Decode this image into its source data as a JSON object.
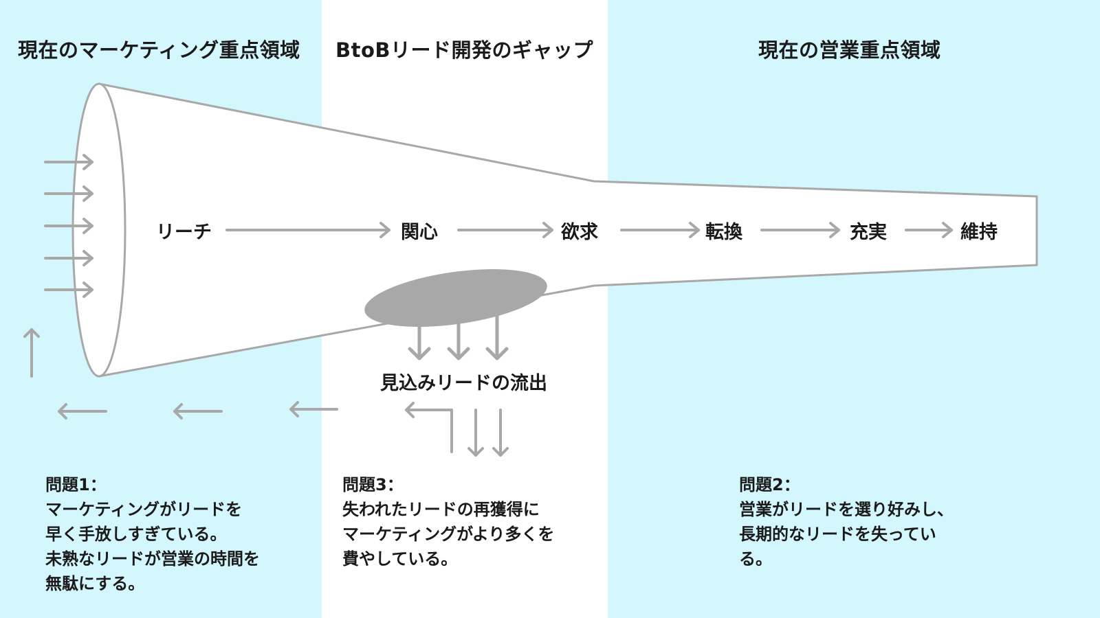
{
  "headings": {
    "marketing_focus": "現在のマーケティング重点領域",
    "gap": "BtoBリード開発のギャップ",
    "sales_focus": "現在の営業重点領域"
  },
  "stages": [
    "リーチ",
    "関心",
    "欲求",
    "転換",
    "充実",
    "維持"
  ],
  "leak_label": "見込みリードの流出",
  "problems": {
    "p1": {
      "title": "問題1：",
      "lines": [
        "マーケティングがリードを",
        "早く手放しすぎている。",
        "未熟なリードが営業の時間を",
        "無駄にする。"
      ]
    },
    "p3": {
      "title": "問題3：",
      "lines": [
        "失われたリードの再獲得に",
        "マーケティングがより多くを",
        "費やしている。"
      ]
    },
    "p2": {
      "title": "問題2：",
      "lines": [
        "営業がリードを選り好みし、",
        "長期的なリードを失ってい",
        "る。"
      ]
    }
  },
  "colors": {
    "band": "#d4f6fd",
    "funnel_stroke": "#a8a8a8",
    "arrow": "#a8a8a8",
    "leak_hole": "#a8a8a8",
    "text": "#1a1a1a"
  }
}
